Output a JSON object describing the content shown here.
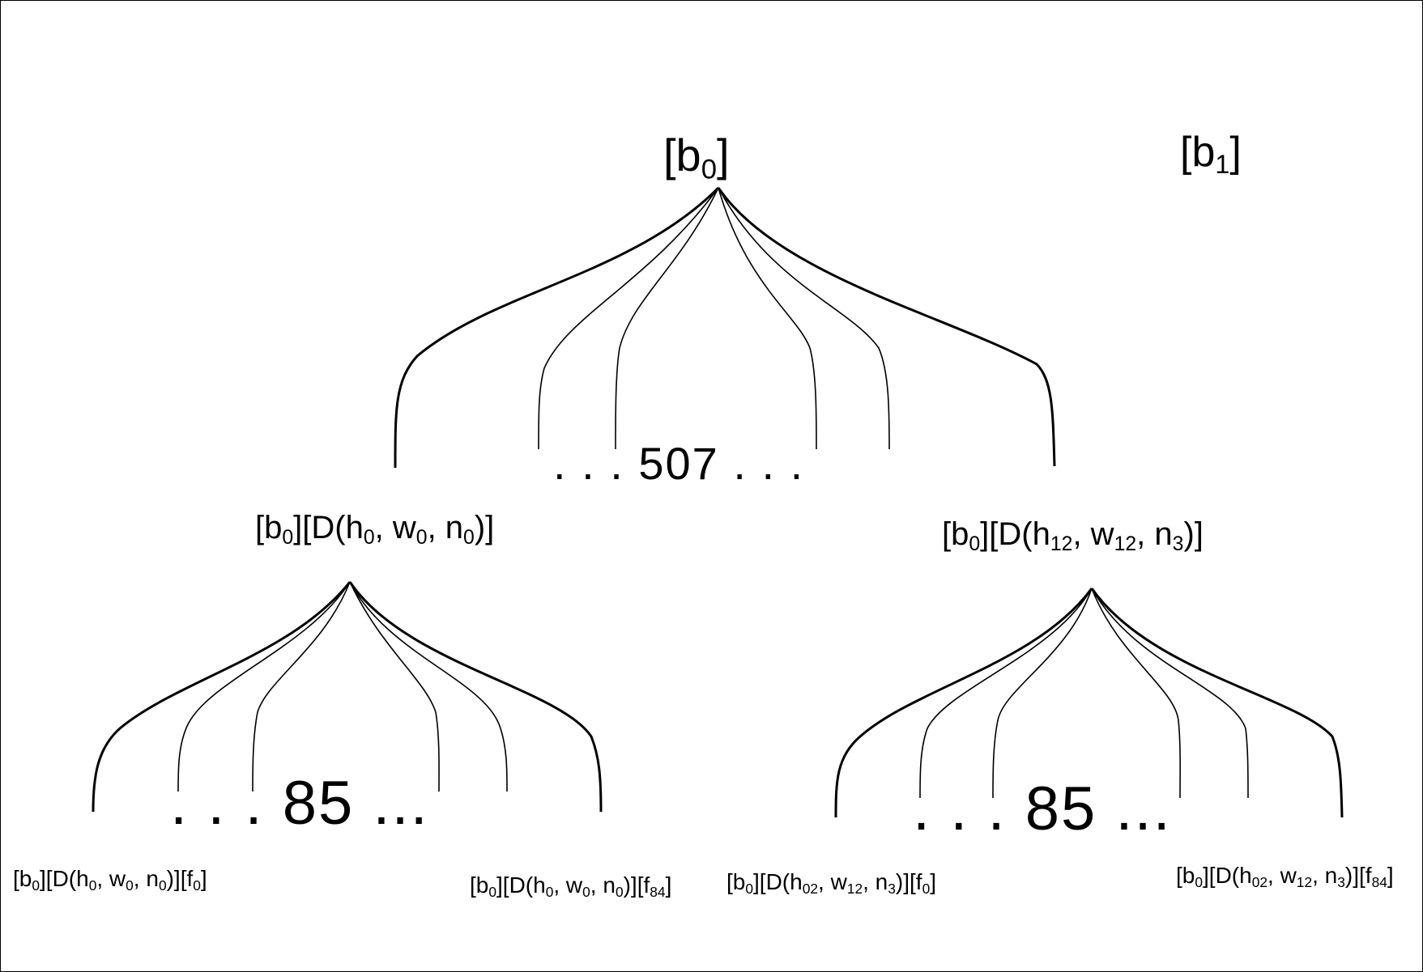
{
  "root": {
    "text": "[b",
    "sub": "0",
    "close": "]"
  },
  "sibling_root": {
    "text": "[b",
    "sub": "1",
    "close": "]"
  },
  "top_count": ". . . 507 . . .",
  "mid_left": {
    "p1": "[b",
    "s1": "0",
    "p2": "][D(h",
    "s2": "0",
    "p3": ", w",
    "s3": "0",
    "p4": ", n",
    "s4": "0",
    "p5": ")]"
  },
  "mid_right": {
    "p1": "[b",
    "s1": "0",
    "p2": "][D(h",
    "s2": "12",
    "p3": ", w",
    "s3": "12",
    "p4": ", n",
    "s4": "3",
    "p5": ")]"
  },
  "left_count": ". . . 85 ...",
  "right_count": ". . . 85 ...",
  "leaf_ll": {
    "p1": "[b",
    "s1": "0",
    "p2": "][D(h",
    "s2": "0",
    "p3": ", w",
    "s3": "0",
    "p4": ", n",
    "s4": "0",
    "p5": ")][f",
    "s5": "0",
    "p6": "]"
  },
  "leaf_lr": {
    "p1": "[b",
    "s1": "0",
    "p2": "][D(h",
    "s2": "0",
    "p3": ", w",
    "s3": "0",
    "p4": ", n",
    "s4": "0",
    "p5": ")][f",
    "s5": "84",
    "p6": "]"
  },
  "leaf_rl": {
    "p1": "[b",
    "s1": "0",
    "p2": "][D(h",
    "s2": "02",
    "p3": ", w",
    "s3": "12",
    "p4": ", n",
    "s4": "3",
    "p5": ")][f",
    "s5": "0",
    "p6": "]"
  },
  "leaf_rr": {
    "p1": "[b",
    "s1": "0",
    "p2": "][D(h",
    "s2": "02",
    "p3": ", w",
    "s3": "12",
    "p4": ", n",
    "s4": "3",
    "p5": ")][f",
    "s5": "84",
    "p6": "]"
  },
  "colors": {
    "line": "#000000",
    "text": "#000000",
    "background": "#ffffff"
  }
}
